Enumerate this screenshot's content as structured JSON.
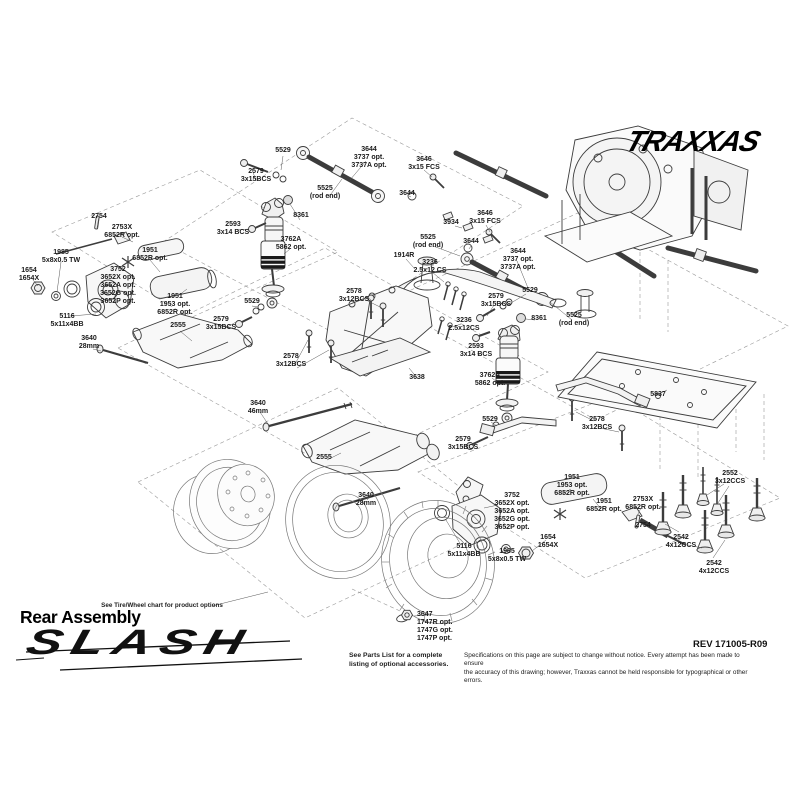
{
  "page": {
    "brand": "TRAXXAS",
    "title": "Rear Assembly",
    "model": "SLASH",
    "rev": "REV 171005-R09",
    "tire_note": "See Tire/Wheel chart for product options",
    "parts_note": "See Parts List for a complete\nlisting of optional accessories.",
    "disclaimer": "Specifications on this page are subject to change without notice. Every attempt has been made to ensure\nthe accuracy of this drawing; however, Traxxas cannot be held responsible for typographical or other errors."
  },
  "labels": [
    {
      "part": "2754",
      "text": "2754"
    },
    {
      "part": "2753X",
      "text": "2753X\n6852R opt."
    },
    {
      "part": "1985",
      "text": "1985\n5x8x0.5 TW"
    },
    {
      "part": "1654",
      "text": "1654\n1654X"
    },
    {
      "part": "3752",
      "text": "3752\n3652X opt.\n3652A opt.\n3652G opt.\n3652P opt."
    },
    {
      "part": "1951",
      "text": "1951\n6852R opt."
    },
    {
      "part": "1951",
      "text": "1951\n1953 opt.\n6852R opt."
    },
    {
      "part": "5116",
      "text": "5116\n5x11x4BB"
    },
    {
      "part": "3640",
      "text": "3640\n28mm"
    },
    {
      "part": "2555",
      "text": "2555"
    },
    {
      "part": "5529",
      "text": "5529"
    },
    {
      "part": "2579",
      "text": "2579\n3x15BCS"
    },
    {
      "part": "5525",
      "text": "5525\n(rod end)"
    },
    {
      "part": "3644",
      "text": "3644\n3737 opt.\n3737A opt."
    },
    {
      "part": "8361",
      "text": "8361"
    },
    {
      "part": "2593",
      "text": "2593\n3x14 BCS"
    },
    {
      "part": "3762A",
      "text": "3762A\n5862 opt."
    },
    {
      "part": "5529",
      "text": "5529"
    },
    {
      "part": "2579",
      "text": "2579\n3x15BCS"
    },
    {
      "part": "2578",
      "text": "2578\n3x12BCS"
    },
    {
      "part": "2578",
      "text": "2578\n3x12BCS"
    },
    {
      "part": "3640",
      "text": "3640\n46mm"
    },
    {
      "part": "3646",
      "text": "3646\n3x15 FCS"
    },
    {
      "part": "3644",
      "text": "3644"
    },
    {
      "part": "3934",
      "text": "3934"
    },
    {
      "part": "5525",
      "text": "5525\n(rod end)"
    },
    {
      "part": "3646",
      "text": "3646\n3x15 FCS"
    },
    {
      "part": "3644",
      "text": "3644"
    },
    {
      "part": "3644",
      "text": "3644\n3737 opt.\n3737A opt."
    },
    {
      "part": "1914R",
      "text": "1914R"
    },
    {
      "part": "3236",
      "text": "3236\n2.5x12 CS"
    },
    {
      "part": "2579",
      "text": "2579\n3x15BCS"
    },
    {
      "part": "5529",
      "text": "5529"
    },
    {
      "part": "8361",
      "text": "8361"
    },
    {
      "part": "5525",
      "text": "5525\n(rod end)"
    },
    {
      "part": "3236",
      "text": "3236\n2.5x12CS"
    },
    {
      "part": "2593",
      "text": "2593\n3x14 BCS"
    },
    {
      "part": "3762A",
      "text": "3762A\n5862 opt."
    },
    {
      "part": "3638",
      "text": "3638"
    },
    {
      "part": "5837",
      "text": "5837"
    },
    {
      "part": "2555",
      "text": "2555"
    },
    {
      "part": "3640",
      "text": "3640\n28mm"
    },
    {
      "part": "5529",
      "text": "5529"
    },
    {
      "part": "2579",
      "text": "2579\n3x15BCS"
    },
    {
      "part": "2578",
      "text": "2578\n3x12BCS"
    },
    {
      "part": "1951",
      "text": "1951\n1953 opt.\n6852R opt."
    },
    {
      "part": "3752",
      "text": "3752\n3652X opt.\n3652A opt.\n3652G opt.\n3652P opt."
    },
    {
      "part": "1951",
      "text": "1951\n6852R opt."
    },
    {
      "part": "2753X",
      "text": "2753X\n6852R opt."
    },
    {
      "part": "2754",
      "text": "2754"
    },
    {
      "part": "5116",
      "text": "5116\n5x11x4BB"
    },
    {
      "part": "1985",
      "text": "1985\n5x8x0.5 TW"
    },
    {
      "part": "1654",
      "text": "1654\n1654X"
    },
    {
      "part": "2552",
      "text": "2552\n3x12CCS"
    },
    {
      "part": "2542",
      "text": "2542\n4x12CCS"
    },
    {
      "part": "2542",
      "text": "2542\n4x12CCS"
    },
    {
      "part": "3647",
      "text": "3647\n1747R opt.\n1747G opt.\n1747P opt."
    }
  ]
}
